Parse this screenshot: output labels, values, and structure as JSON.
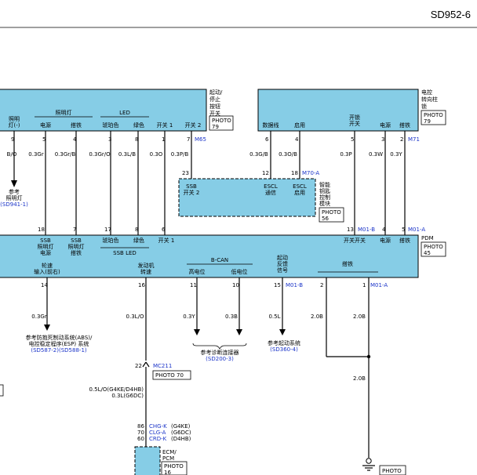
{
  "sheet_id": "SD952-6",
  "ssb": {
    "name_lines": [
      "起动/",
      "停止",
      "按钮",
      "开关"
    ],
    "photo": [
      "PHOTO",
      "79"
    ],
    "conn": "M65",
    "group_headers": [
      "照明灯",
      "LED"
    ],
    "pin_labels": [
      [
        "照明",
        "灯(-)"
      ],
      [
        "电源"
      ],
      [
        "搭铁"
      ],
      [
        "琥珀色"
      ],
      [
        "绿色"
      ],
      [
        "开关 1"
      ],
      [
        "开关 2"
      ]
    ],
    "pins": [
      "9",
      "5",
      "4",
      "3",
      "8",
      "1",
      "7"
    ]
  },
  "escl": {
    "name_lines": [
      "电控",
      "转向柱",
      "锁"
    ],
    "photo": [
      "PHOTO",
      "79"
    ],
    "conn": "M71",
    "group_header": [
      "开锁",
      "开关"
    ],
    "pin_labels": [
      "数据线",
      "启用",
      "电源",
      "搭铁"
    ],
    "pins": [
      "6",
      "4",
      "5",
      "3",
      "2"
    ]
  },
  "wires_top": [
    "B/O",
    "0.3Gr",
    "0.3Gr/B",
    "0.3Gr/O",
    "0.3L/B",
    "0.3O",
    "0.3P/B",
    "0.3G/B",
    "0.3O/B",
    "0.3P",
    "0.3W",
    "0.3Y"
  ],
  "ref_lighting": [
    "参考",
    "照明灯",
    "(SD941-1)"
  ],
  "smk": {
    "name_lines": [
      "智能",
      "钥匙",
      "控制",
      "模块"
    ],
    "photo": [
      "PHOTO",
      "56"
    ],
    "conn": "M70-A",
    "pins": [
      "23",
      "12",
      "18"
    ],
    "labels": [
      [
        "SSB",
        "开关 2"
      ],
      [
        "ESCL",
        "通信"
      ],
      [
        "ESCL",
        "启用"
      ]
    ]
  },
  "pdm": {
    "name": "PDM",
    "photo": [
      "PHOTO",
      "45"
    ],
    "conn_a": "M01-A",
    "conn_b": "M01-B",
    "top_pins": [
      "18",
      "7",
      "17",
      "8",
      "6",
      "13",
      "4",
      "5"
    ],
    "top_labels": [
      [
        "SSB",
        "照明灯",
        "电源"
      ],
      [
        "SSB",
        "照明灯",
        "搭铁"
      ],
      [
        "琥珀色"
      ],
      [
        "绿色"
      ],
      [
        "开关 1"
      ],
      [
        "开关开关"
      ],
      [
        "电源"
      ],
      [
        "搭铁"
      ]
    ],
    "ssb_led": "SSB LED",
    "bottom_labels": [
      [
        "轮速",
        "输入(前右)"
      ],
      [
        "发动机",
        "转速"
      ],
      [
        "高电位"
      ],
      [
        "低电位"
      ],
      [
        "起动",
        "反馈",
        "信号"
      ],
      [
        "搭铁"
      ]
    ],
    "bcan": "B-CAN",
    "bottom_pins": [
      "14",
      "16",
      "11",
      "10",
      "15",
      "2",
      "1"
    ]
  },
  "wires_bottom": [
    "0.3Gr",
    "0.3L/O",
    "0.3Y",
    "0.3B",
    "0.5L",
    "2.0B",
    "2.0B",
    "2.0B"
  ],
  "ref_abs": [
    "参考防抱死制动系统(ABS)/",
    "电控稳定程序(ESP) 系统",
    "(SD587-2)(SD588-1)"
  ],
  "ref_diag": [
    "参考诊断连接器",
    "(SD200-3)"
  ],
  "ref_start": [
    "参考起动系统",
    "(SD360-4)"
  ],
  "mc211": {
    "pin": "22",
    "conn": "MC211",
    "photo": "PHOTO 70"
  },
  "wire_ecm": [
    "0.5L/O(G4KE/D4HB)",
    "0.3L(G6DC)"
  ],
  "ecm": {
    "pins": [
      "86",
      "70",
      "60"
    ],
    "conns": [
      "CHG-K",
      "CLG-A",
      "CRD-K"
    ],
    "variants": [
      "(G4KE)",
      "(G6DC)",
      "(D4HB)"
    ],
    "name_lines": [
      "ECM/",
      "PCM"
    ],
    "photo": [
      "PHOTO",
      "16"
    ]
  },
  "ground_photo": "PHOTO"
}
